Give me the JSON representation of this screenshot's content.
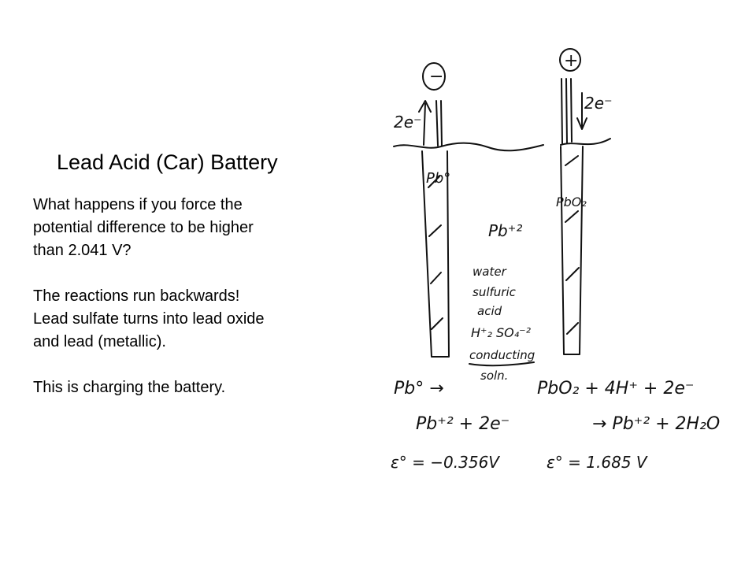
{
  "title": "Lead Acid (Car) Battery",
  "body": {
    "paragraph_1": [
      "What happens if you force the",
      "potential difference to be higher",
      "than 2.041 V?"
    ],
    "paragraph_2": [
      "The reactions run backwards!",
      "Lead sulfate turns into lead oxide",
      "and lead (metallic)."
    ],
    "paragraph_3": [
      "This is charging the battery."
    ]
  },
  "diagram": {
    "negative_terminal": "−",
    "positive_terminal": "+",
    "left_electron_label": "2e⁻",
    "right_electron_label": "2e⁻",
    "left_electrode_label": "Pb°",
    "right_electrode_label": "PbO₂",
    "solution_ion": "Pb⁺²",
    "solution_line_1": "water",
    "solution_line_2": "sulfuric",
    "solution_line_3": "acid",
    "solution_formula": "H⁺₂ SO₄⁻²",
    "conducting_1": "conducting",
    "conducting_2": "soln."
  },
  "equations": {
    "left_reactant": "Pb° →",
    "left_product": "Pb⁺² + 2e⁻",
    "left_potential": "ε° = −0.356V",
    "right_reactant": "PbO₂ + 4H⁺ + 2e⁻",
    "right_product": "→ Pb⁺² + 2H₂O",
    "right_potential": "ε° = 1.685 V"
  }
}
